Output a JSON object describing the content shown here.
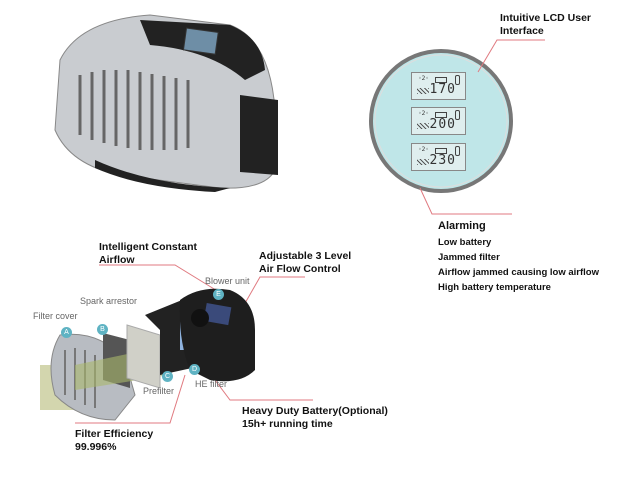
{
  "lcd_section": {
    "title_line1": "Intuitive LCD User",
    "title_line2": "Interface",
    "readings": [
      "170",
      "200",
      "230"
    ],
    "alarming": {
      "title": "Alarming",
      "items": [
        "Low battery",
        "Jammed filter",
        "Airflow jammed causing low airflow",
        "High battery temperature"
      ]
    }
  },
  "callouts": {
    "airflow_line1": "Intelligent Constant",
    "airflow_line2": "Airflow",
    "control_line1": "Adjustable 3 Level",
    "control_line2": "Air Flow Control",
    "battery_line1": "Heavy Duty Battery(Optional)",
    "battery_line2": "15h+ running time",
    "efficiency_line1": "Filter Efficiency",
    "efficiency_line2": "99.996%"
  },
  "parts": [
    {
      "badge": "A",
      "label": "Filter cover"
    },
    {
      "badge": "B",
      "label": "Spark arrestor"
    },
    {
      "badge": "C",
      "label": "Prefilter"
    },
    {
      "badge": "D",
      "label": "HE filter"
    },
    {
      "badge": "E",
      "label": "Blower unit"
    }
  ],
  "colors": {
    "leader_line": "#e07a80",
    "badge": "#5fb3c3",
    "lens": "#bfe6e8"
  }
}
